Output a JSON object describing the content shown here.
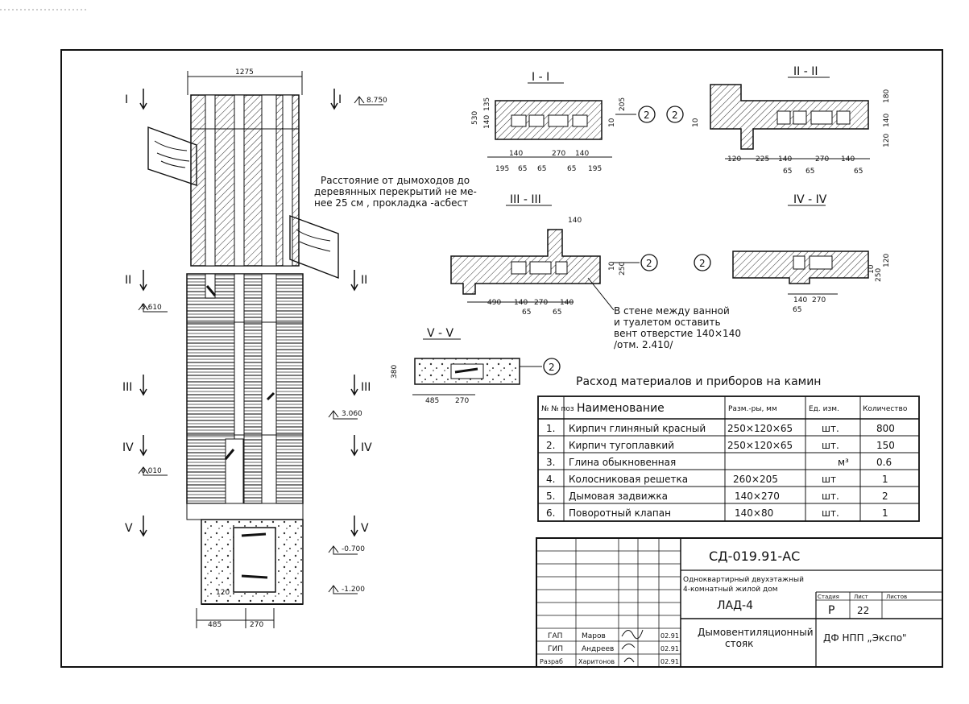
{
  "drawing": {
    "overall_width": "1275",
    "bottom_dims": [
      "485",
      "270"
    ],
    "small_dim": "120",
    "elevations": [
      "8.750",
      "5.610",
      "3.060",
      "0.010",
      "-0.700",
      "-1.200"
    ],
    "section_marks": [
      "I",
      "II",
      "III",
      "IV",
      "V"
    ],
    "note_main": [
      "Расстояние от дымоходов до",
      "деревянных перекрытий не ме-",
      "нее 25 см , прокладка -асбест"
    ],
    "note_wall": [
      "В стене между ванной",
      "и туалетом оставить",
      "вент отверстие 140×140",
      "/отм. 2.410/"
    ],
    "axis_label": "2"
  },
  "sections": {
    "s1": {
      "title": "I - I",
      "dims": [
        "195",
        "65",
        "65",
        "65",
        "195"
      ],
      "dims2": [
        "140",
        "270",
        "140"
      ],
      "vdims": [
        "530",
        "140",
        "135",
        "205",
        "10"
      ]
    },
    "s2": {
      "title": "II - II",
      "dims": [
        "120",
        "225",
        "140",
        "270",
        "140"
      ],
      "dims2": [
        "65",
        "65",
        "65"
      ],
      "vdims": [
        "180",
        "140",
        "120",
        "10"
      ]
    },
    "s3": {
      "title": "III - III",
      "dims": [
        "490",
        "140",
        "270",
        "140"
      ],
      "dims2": [
        "65",
        "65"
      ],
      "vdims": [
        "140",
        "250",
        "10"
      ]
    },
    "s4": {
      "title": "IV - IV",
      "dims": [
        "140",
        "270"
      ],
      "dims2": [
        "65"
      ],
      "vdims": [
        "120",
        "250",
        "10"
      ]
    },
    "s5": {
      "title": "V - V",
      "dims": [
        "485",
        "270"
      ],
      "vdims": [
        "380"
      ]
    }
  },
  "materials": {
    "title": "Расход материалов и приборов на камин",
    "headers": [
      "№ № поз",
      "Наименование",
      "Разм.-ры, мм",
      "Ед. изм.",
      "Количество"
    ],
    "rows": [
      [
        "1.",
        "Кирпич глиняный красный",
        "250×120×65",
        "шт.",
        "800"
      ],
      [
        "2.",
        "Кирпич тугоплавкий",
        "250×120×65",
        "шт.",
        "150"
      ],
      [
        "3.",
        "Глина обыкновенная",
        "",
        "м³",
        "0.6"
      ],
      [
        "4.",
        "Колосниковая решетка",
        "260×205",
        "шт",
        "1"
      ],
      [
        "5.",
        "Дымовая задвижка",
        "140×270",
        "шт.",
        "2"
      ],
      [
        "6.",
        "Поворотный клапан",
        "140×80",
        "шт.",
        "1"
      ]
    ]
  },
  "title_block": {
    "code": "СД-019.91-АС",
    "description": [
      "Одноквартирный двухэтажный",
      "4-комнатный жилой дом"
    ],
    "project": "ЛАД-4",
    "stage_label": "Стадия",
    "sheet_label": "Лист",
    "sheets_label": "Листов",
    "stage": "Р",
    "sheet": "22",
    "sheet_title": [
      "Дымовентиляционный",
      "стояк"
    ],
    "org": "ДФ НПП „Экспо\"",
    "people": [
      {
        "role": "ГАП",
        "name": "Маров",
        "date": "02.91"
      },
      {
        "role": "ГИП",
        "name": "Андреев",
        "date": "02.91"
      },
      {
        "role": "Разраб",
        "name": "Харитонов",
        "date": "02.91"
      }
    ]
  }
}
